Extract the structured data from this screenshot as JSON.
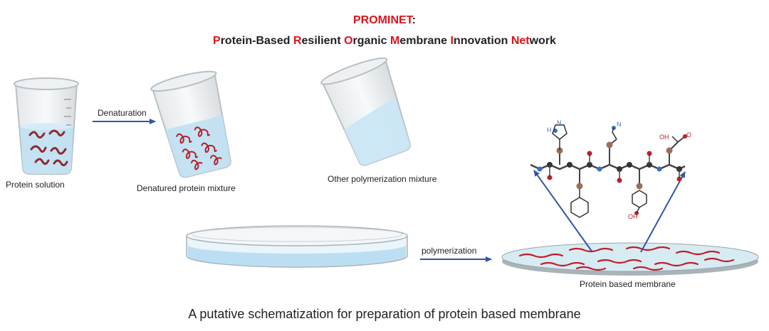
{
  "title": {
    "acronym": "PROMINET",
    "colon": ":",
    "words": [
      {
        "initial": "P",
        "rest": "rotein-Based "
      },
      {
        "initial": "R",
        "rest": "esilient "
      },
      {
        "initial": "O",
        "rest": "rganic "
      },
      {
        "initial": "M",
        "rest": "embrane "
      },
      {
        "initial": "I",
        "rest": "nnovation "
      },
      {
        "initial": "Net",
        "rest": "work"
      }
    ]
  },
  "labels": {
    "protein_solution": "Protein solution",
    "denaturation": "Denaturation",
    "denatured_mixture": "Denatured protein mixture",
    "other_mixture": "Other polymerization mixture",
    "polymerization": "polymerization",
    "membrane": "Protein based membrane"
  },
  "molecule": {
    "atoms": [
      "N",
      "H",
      "N",
      "O",
      "OH",
      "OH"
    ]
  },
  "caption": "A putative schematization for preparation of protein based membrane",
  "colors": {
    "accent_red": "#e0121b",
    "arrow_blue": "#2f57a8",
    "liquid_blue": "#bfe0f2",
    "protein_red": "#b5202a"
  }
}
